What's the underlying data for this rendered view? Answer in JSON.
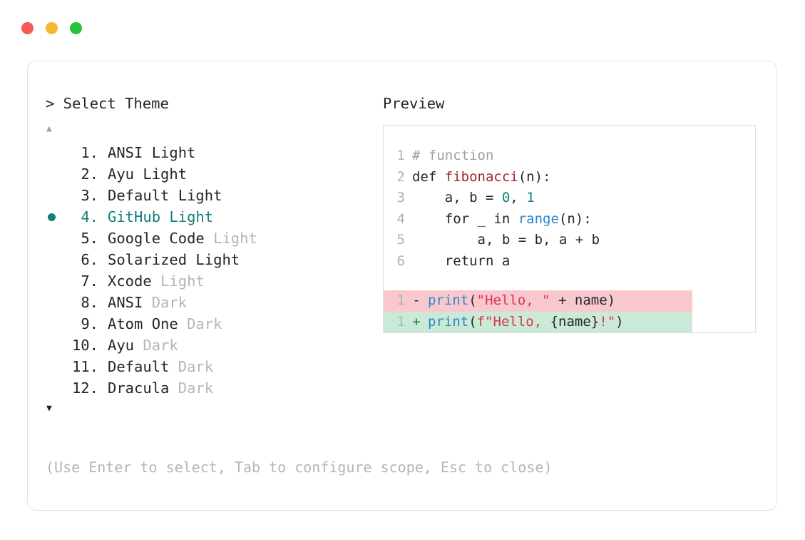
{
  "window": {
    "dots": [
      {
        "name": "close",
        "color": "#f55b54"
      },
      {
        "name": "minimize",
        "color": "#f5b82e"
      },
      {
        "name": "maximize",
        "color": "#27c13c"
      }
    ]
  },
  "left": {
    "title": "> Select Theme",
    "scroll_up_glyph": "▲",
    "scroll_down_glyph": "▼",
    "themes": [
      {
        "index": "1.",
        "name": "ANSI Light",
        "suffix": "",
        "selected": false
      },
      {
        "index": "2.",
        "name": "Ayu Light",
        "suffix": "",
        "selected": false
      },
      {
        "index": "3.",
        "name": "Default Light",
        "suffix": "",
        "selected": false
      },
      {
        "index": "4.",
        "name": "GitHub Light",
        "suffix": "",
        "selected": true
      },
      {
        "index": "5.",
        "name": "Google Code",
        "suffix": "Light",
        "selected": false
      },
      {
        "index": "6.",
        "name": "Solarized Light",
        "suffix": "",
        "selected": false
      },
      {
        "index": "7.",
        "name": "Xcode",
        "suffix": "Light",
        "selected": false
      },
      {
        "index": "8.",
        "name": "ANSI",
        "suffix": "Dark",
        "selected": false
      },
      {
        "index": "9.",
        "name": "Atom One",
        "suffix": "Dark",
        "selected": false
      },
      {
        "index": "10.",
        "name": "Ayu",
        "suffix": "Dark",
        "selected": false
      },
      {
        "index": "11.",
        "name": "Default",
        "suffix": "Dark",
        "selected": false
      },
      {
        "index": "12.",
        "name": "Dracula",
        "suffix": "Dark",
        "selected": false
      }
    ]
  },
  "right": {
    "title": "Preview",
    "code": {
      "lines": [
        {
          "num": "1",
          "tokens": [
            {
              "t": "# function",
              "c": "comment"
            }
          ]
        },
        {
          "num": "2",
          "tokens": [
            {
              "t": "def ",
              "c": "plain"
            },
            {
              "t": "fibonacci",
              "c": "func"
            },
            {
              "t": "(n):",
              "c": "plain"
            }
          ]
        },
        {
          "num": "3",
          "tokens": [
            {
              "t": "    a, b = ",
              "c": "plain"
            },
            {
              "t": "0",
              "c": "num"
            },
            {
              "t": ", ",
              "c": "plain"
            },
            {
              "t": "1",
              "c": "num"
            }
          ]
        },
        {
          "num": "4",
          "tokens": [
            {
              "t": "    for _ in ",
              "c": "plain"
            },
            {
              "t": "range",
              "c": "builtin"
            },
            {
              "t": "(n):",
              "c": "plain"
            }
          ]
        },
        {
          "num": "5",
          "tokens": [
            {
              "t": "        a, b = b, a + b",
              "c": "plain"
            }
          ]
        },
        {
          "num": "6",
          "tokens": [
            {
              "t": "    return a",
              "c": "plain"
            }
          ]
        }
      ],
      "diff": [
        {
          "num": "1",
          "sign": "-",
          "kind": "del",
          "tokens": [
            {
              "t": "print",
              "c": "print"
            },
            {
              "t": "(",
              "c": "plain"
            },
            {
              "t": "\"Hello, \"",
              "c": "str"
            },
            {
              "t": " + name)",
              "c": "plain"
            }
          ]
        },
        {
          "num": "1",
          "sign": "+",
          "kind": "add",
          "tokens": [
            {
              "t": "print",
              "c": "print"
            },
            {
              "t": "(",
              "c": "plain"
            },
            {
              "t": "f\"Hello, ",
              "c": "str"
            },
            {
              "t": "{name}",
              "c": "plain"
            },
            {
              "t": "!\"",
              "c": "str"
            },
            {
              "t": ")",
              "c": "plain"
            }
          ]
        }
      ]
    }
  },
  "footer": {
    "hint": "(Use Enter to select, Tab to configure scope, Esc to close)"
  },
  "colors": {
    "accent_teal": "#13807a",
    "diff_remove_bg": "#f9c8ce",
    "diff_add_bg": "#cbe9d7",
    "muted_text": "#b3b5b9",
    "primary_text": "#24262b"
  }
}
